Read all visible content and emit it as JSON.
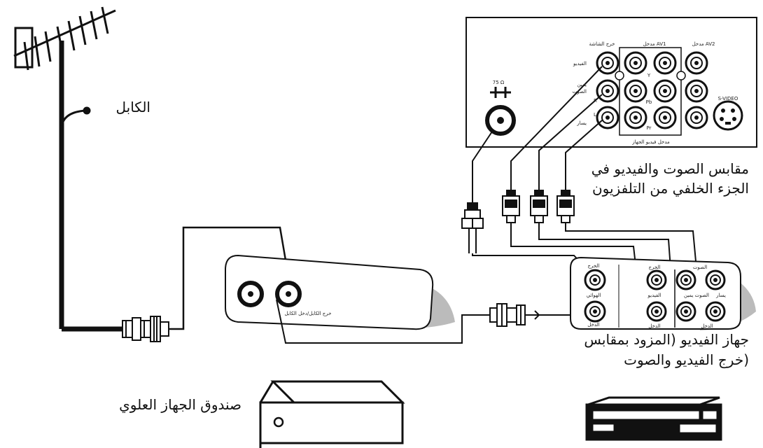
{
  "labels": {
    "cable": "الكابل",
    "tv_jacks_line1": "مقابس الصوت والفيديو في",
    "tv_jacks_line2": "الجزء الخلفي من التلفزيون",
    "vcr_line1": "جهاز الفيديو (المزود بمقابس",
    "vcr_line2": "خرج الفيديو والصوت)",
    "set_top_box": "صندوق الجهاز العلوي"
  },
  "tv_panel": {
    "monitor_out": "خرج الشاشة",
    "av1_in": "مدخل AV1",
    "av2_in": "مدخل AV2",
    "svideo": "S-VIDEO",
    "video_label": "الفيديو",
    "audio_label": "الصوت",
    "left_label": "يسار",
    "right_label": "يمين",
    "y_label": "Y",
    "pb_label": "Pb",
    "pr_label": "Pr",
    "component_in": "مدخل فيديو الجهاز",
    "antenna_label": "75 Ω",
    "r_label": "R",
    "l_label": "L"
  },
  "stb_panel": {
    "jacks_label": "خرج الكابل/دخل الكابل"
  },
  "vcr_panel": {
    "out_label": "الخرج",
    "antenna_label": "الهوائي",
    "out2_label": "الخرج",
    "video_label": "الفيديو",
    "audio_label": "الصوت",
    "in_label": "الدخل",
    "right_label": "الصوت يمين",
    "left_label": "يسار"
  }
}
